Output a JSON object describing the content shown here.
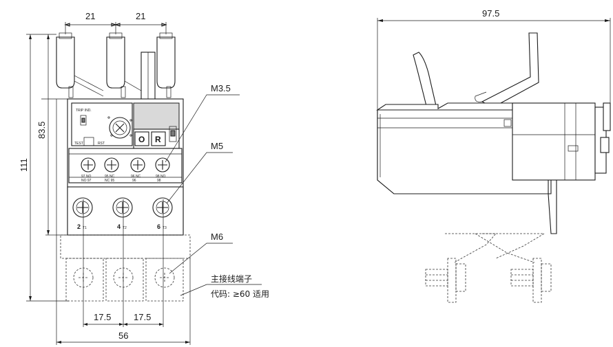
{
  "dimensions": {
    "pitch_left": "21",
    "pitch_right": "21",
    "height_upper": "83.5",
    "height_total": "111",
    "main_pitch_left": "17.5",
    "main_pitch_right": "17.5",
    "width_total": "56",
    "depth_total": "97.5"
  },
  "callouts": {
    "aux_screw": "M3.5",
    "main_screw_top": "M5",
    "main_screw_bottom": "M6",
    "terminal_note_line1": "主接线端子",
    "terminal_note_line2": "代码: ≥60 适用"
  },
  "front_panel": {
    "button_o": "O",
    "button_r": "R",
    "trip_label": "TRIP IND.",
    "test_label": "TEST",
    "reset_label": "RST",
    "aux_labels": [
      "97 NO",
      "95 NC",
      "96 NC",
      "98 NO"
    ],
    "aux_sublabels": [
      "NO 97",
      "NC 95",
      "96",
      "98"
    ],
    "main_terminals": [
      {
        "num": "2",
        "sub": "T1"
      },
      {
        "num": "4",
        "sub": "T2"
      },
      {
        "num": "6",
        "sub": "T3"
      }
    ]
  }
}
